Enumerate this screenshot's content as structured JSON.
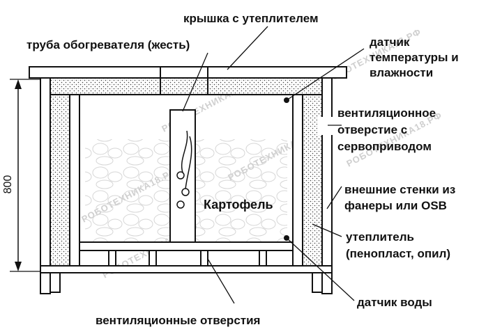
{
  "labels": {
    "lid": "крышка с утеплителем",
    "pipe": "труба обогревателя (жесть)",
    "sensor_temp_1": "датчик",
    "sensor_temp_2": "температуры и",
    "sensor_temp_3": "влажности",
    "vent_servo_1": "вентиляционное",
    "vent_servo_2": "отверстие с",
    "vent_servo_3": "сервоприводом",
    "outer_walls_1": "внешние стенки из",
    "outer_walls_2": "фанеры или OSB",
    "insulation_1": "утеплитель",
    "insulation_2": "(пенопласт, опил)",
    "water_sensor": "датчик воды",
    "vent_holes": "вентиляционные отверстия",
    "potato": "Картофель",
    "height": "800"
  },
  "watermark": "РОБОТЕХНИКА18.РФ",
  "colors": {
    "ink": "#111111",
    "hatch": "#555555",
    "watermark": "#cfcfcf",
    "fill": "#ffffff"
  }
}
